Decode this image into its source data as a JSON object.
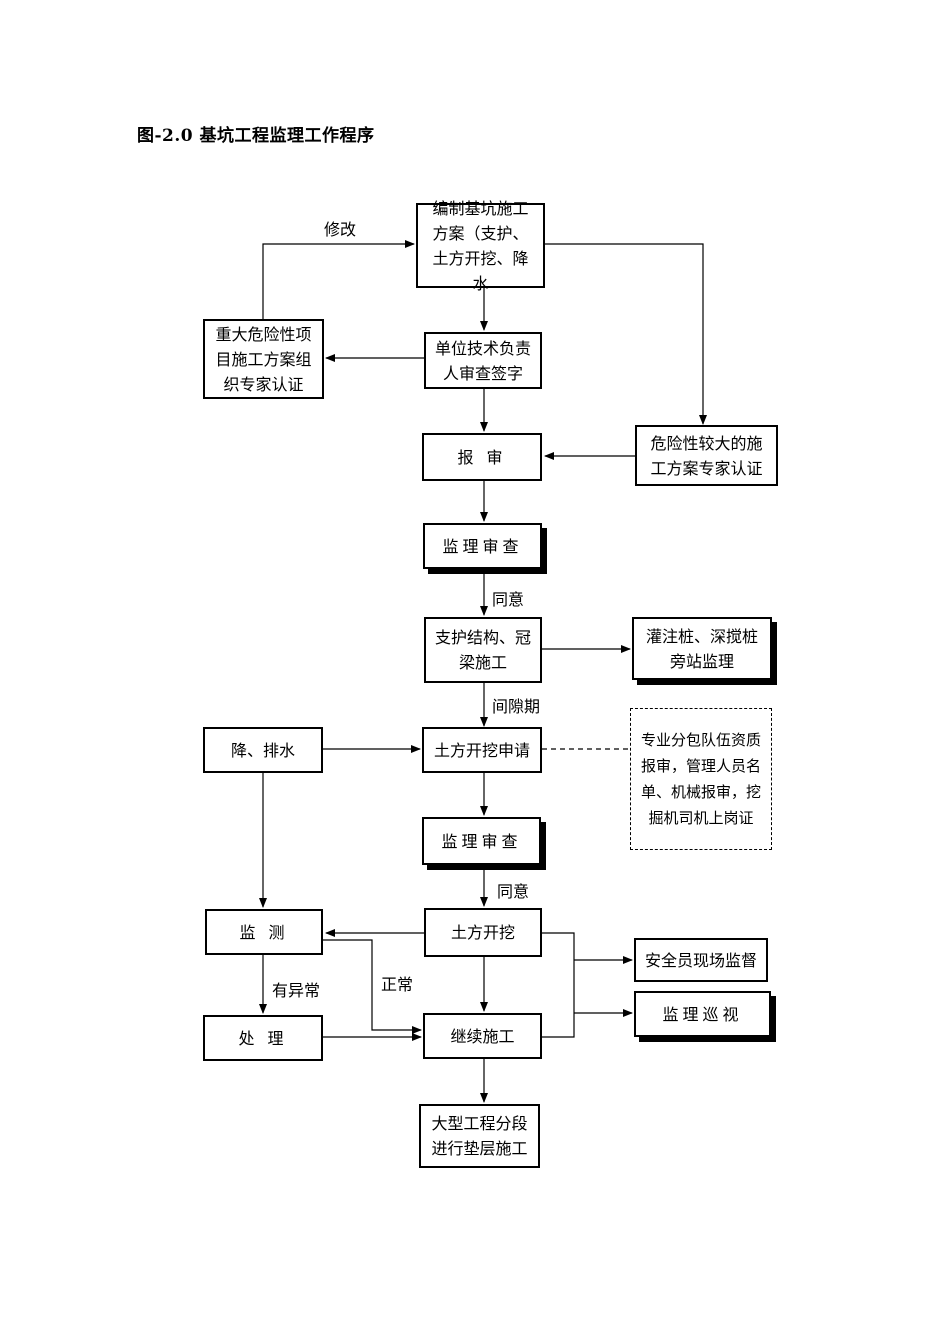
{
  "title": "图-2.0 基坑工程监理工作程序",
  "nodes": {
    "plan": "编制基坑施工方案（支护、土方开挖、降水",
    "tech_sign": "单位技术负责人审查签字",
    "major_expert": "重大危险性项目施工方案组织专家认证",
    "danger_expert": "危险性较大的施工方案专家认证",
    "submit": "报 审",
    "review1": "监理审查",
    "support": "支护结构、冠梁施工",
    "pile": "灌注桩、深搅桩旁站监理",
    "dewater": "降、排水",
    "excav_apply": "土方开挖申请",
    "qual": "专业分包队伍资质报审，管理人员名单、机械报审，挖掘机司机上岗证",
    "review2": "监理审查",
    "monitor": "监 测",
    "excavate": "土方开挖",
    "safety": "安全员现场监督",
    "patrol": "监理巡视",
    "handle": "处 理",
    "continue": "继续施工",
    "large": "大型工程分段进行垫层施工"
  },
  "labels": {
    "modify": "修改",
    "agree1": "同意",
    "interval": "间隙期",
    "agree2": "同意",
    "abnormal": "有异常",
    "normal": "正常"
  }
}
